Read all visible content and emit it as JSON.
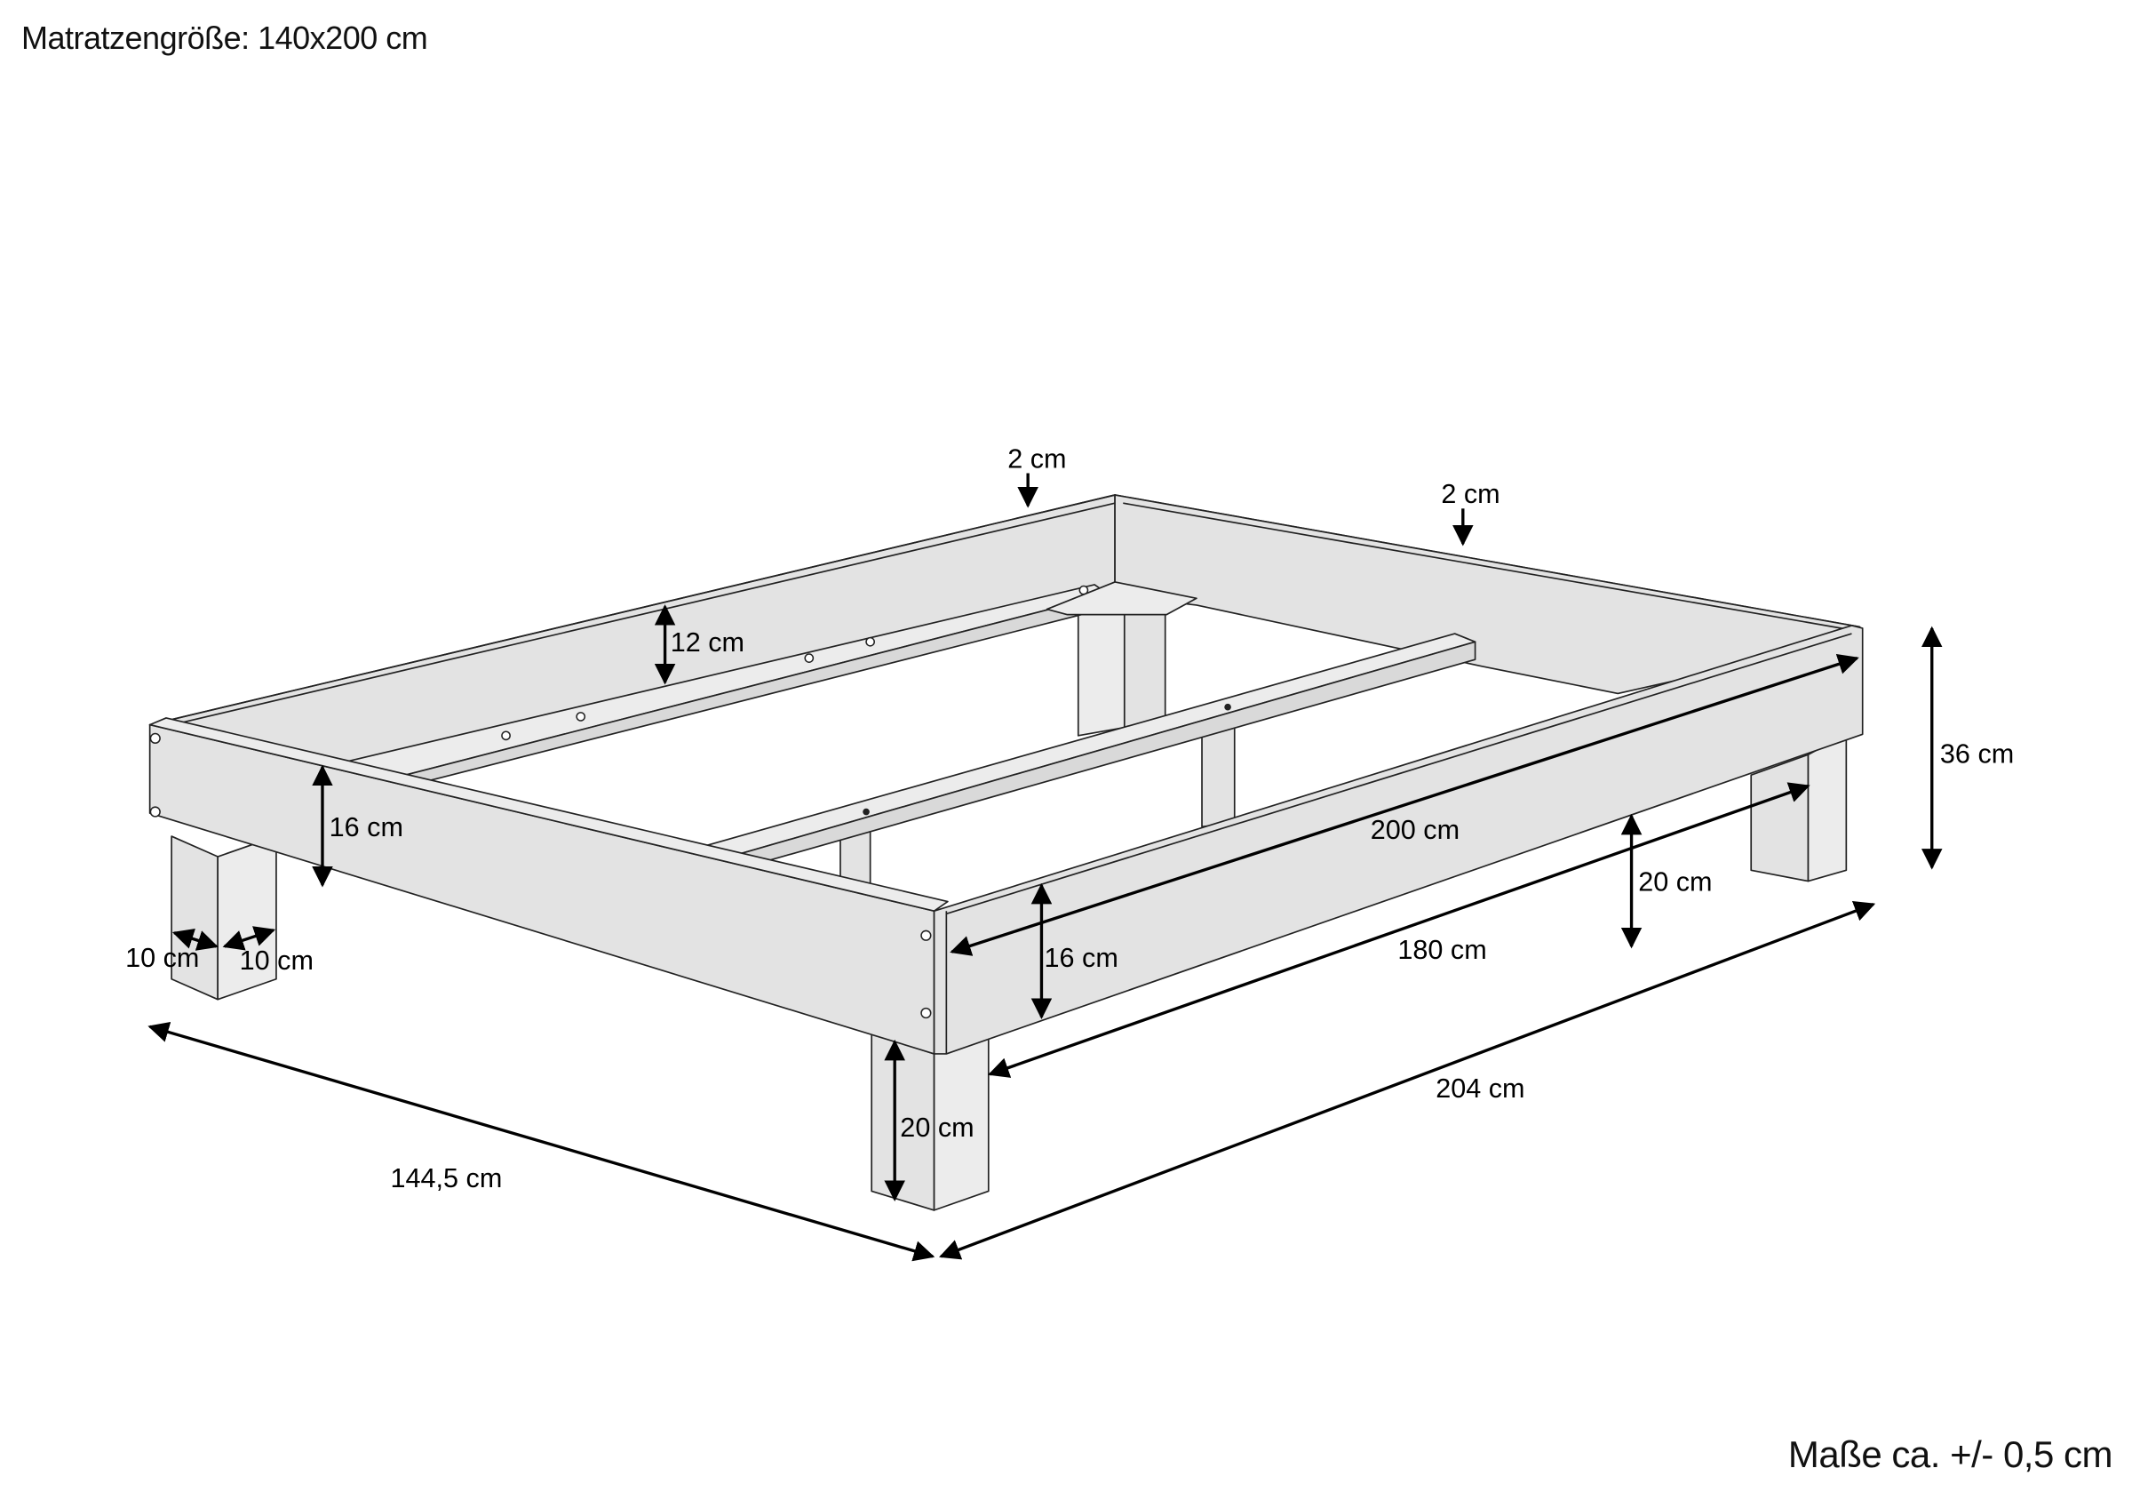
{
  "header": {
    "title": "Matratzengröße: 140x200 cm"
  },
  "footer": {
    "tolerance_note": "Maße ca. +/- 0,5 cm"
  },
  "diagram": {
    "subject": "Bed frame with legs (isometric dimension drawing)",
    "colors": {
      "panel_fill": "#e3e3e3",
      "line": "#222222",
      "dimension_arrow": "#000000",
      "background": "#ffffff"
    },
    "dimensions": {
      "board_thickness_left": "2 cm",
      "board_thickness_right": "2 cm",
      "slat_rail_height": "12 cm",
      "headboard_panel_height": "16 cm",
      "side_panel_height": "16 cm",
      "leg_depth": "10 cm",
      "leg_width": "10 cm",
      "inner_length": "200 cm",
      "rail_length_between_legs": "180 cm",
      "overall_length": "204 cm",
      "overall_width": "144,5 cm",
      "leg_height_front": "20 cm",
      "leg_height_side": "20 cm",
      "total_height": "36 cm"
    }
  }
}
